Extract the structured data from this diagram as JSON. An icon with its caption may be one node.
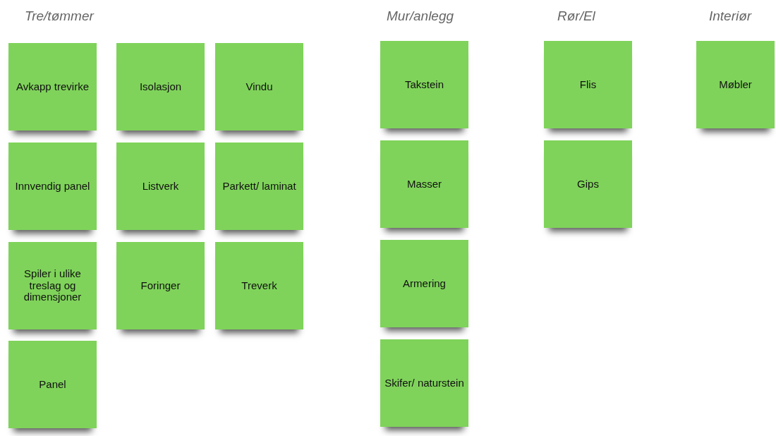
{
  "diagram": {
    "nodes": [
      {
        "text": [
          "Avkapp trevirke"
        ]
      },
      {
        "text": [
          "Isolasjon"
        ]
      },
      {
        "text": [
          "Vindu"
        ]
      },
      {
        "text": [
          "Takstein"
        ]
      },
      {
        "text": [
          "Flis"
        ]
      },
      {
        "text": [
          "Møbler"
        ]
      },
      {
        "text": [
          "Innvendig panel"
        ]
      },
      {
        "text": [
          "Listverk"
        ]
      },
      {
        "text": [
          "Parkett/ laminat"
        ]
      },
      {
        "text": [
          "Masser"
        ]
      },
      {
        "text": [
          "Gips"
        ]
      },
      {
        "text": [
          "Spiler i ulike treslag og dimensjoner"
        ]
      },
      {
        "text": [
          "Foringer"
        ]
      },
      {
        "text": [
          "Treverk"
        ]
      },
      {
        "text": [
          "Armering"
        ]
      },
      {
        "text": [
          "Panel"
        ]
      },
      {
        "text": [
          "Skifer/ naturstein"
        ]
      }
    ],
    "edges": [],
    "labels": [
      "Tre/tømmer",
      "Mur/anlegg",
      "Rør/El",
      "Interiør"
    ]
  }
}
